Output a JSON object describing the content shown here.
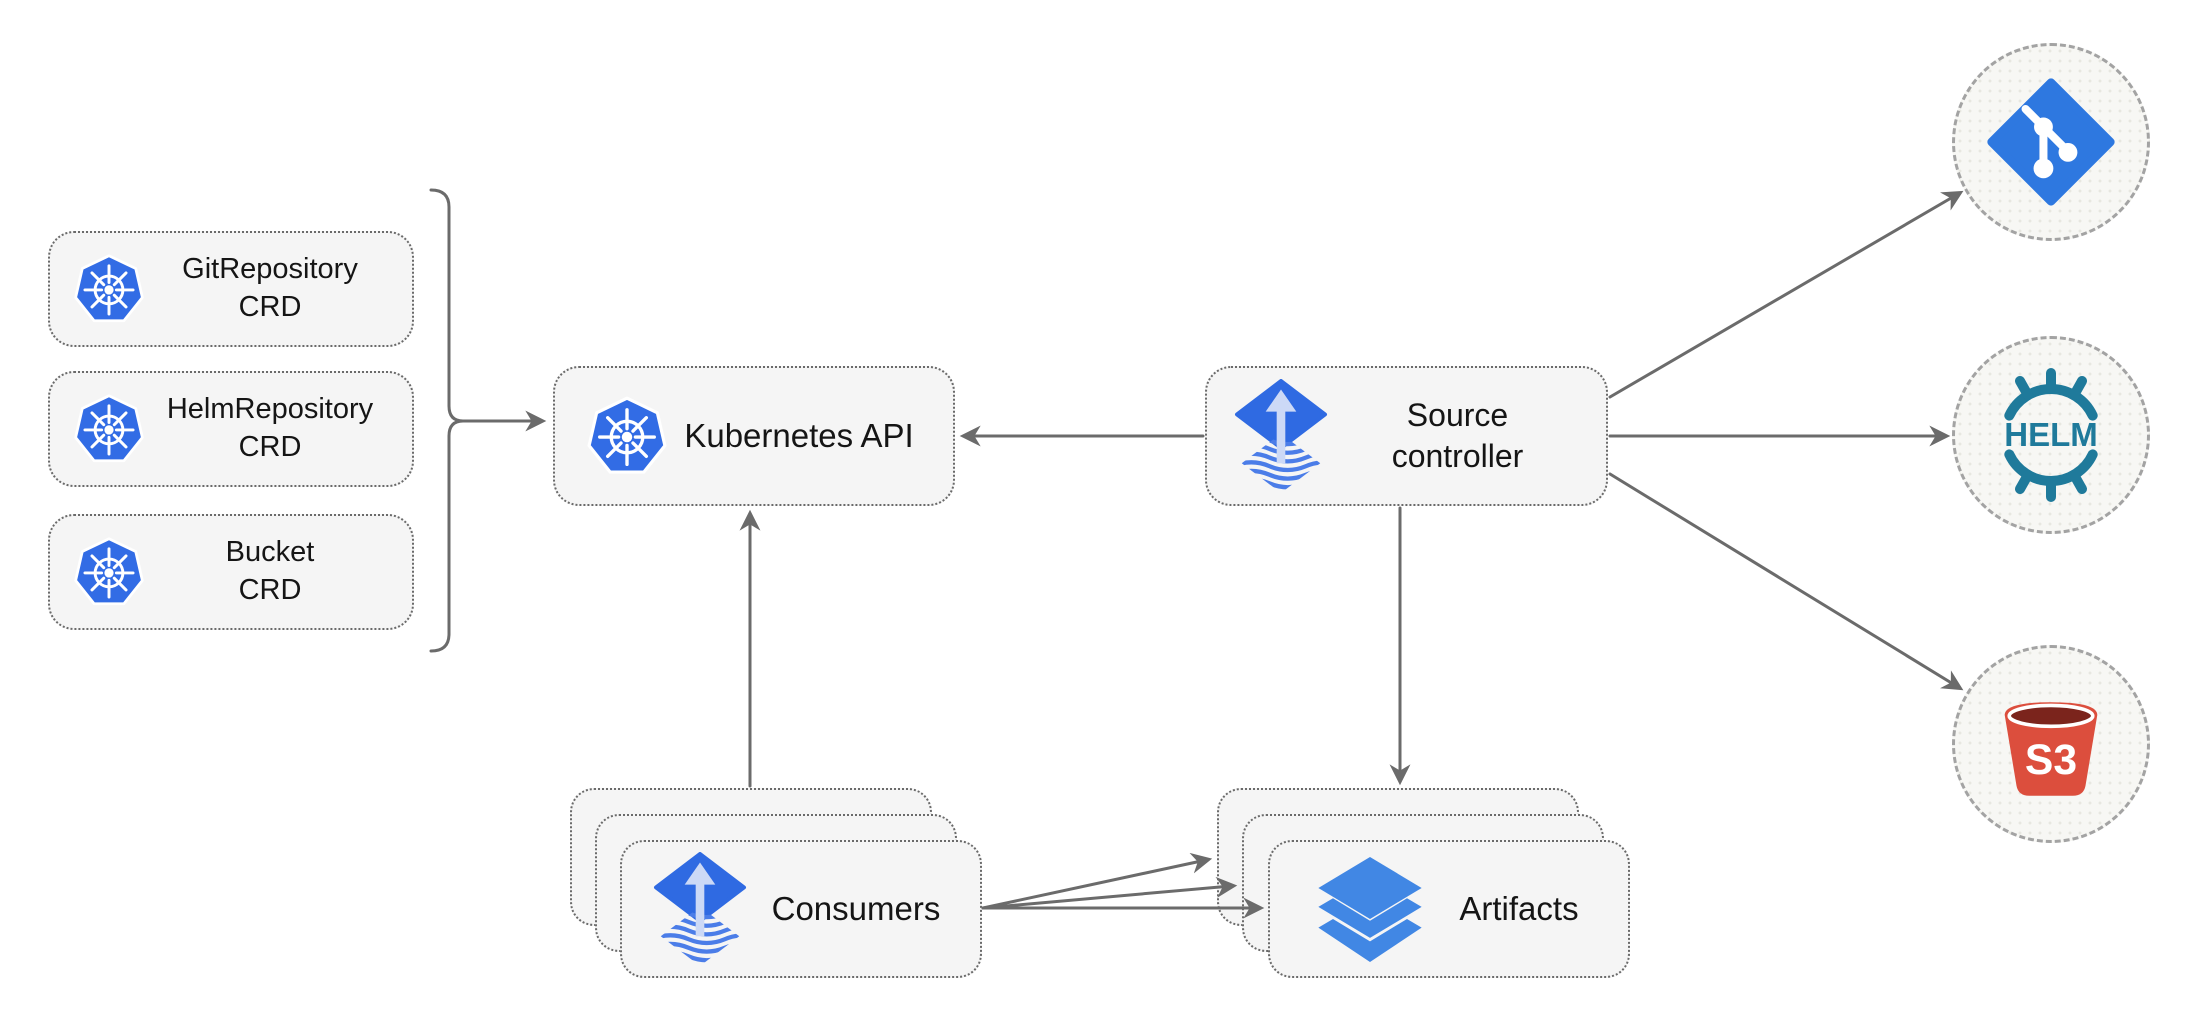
{
  "diagram": {
    "nodes": {
      "crds": [
        {
          "line1": "GitRepository",
          "line2": "CRD",
          "icon": "kubernetes-icon"
        },
        {
          "line1": "HelmRepository",
          "line2": "CRD",
          "icon": "kubernetes-icon"
        },
        {
          "line1": "Bucket",
          "line2": "CRD",
          "icon": "kubernetes-icon"
        }
      ],
      "kubernetes_api": {
        "label": "Kubernetes API",
        "icon": "kubernetes-icon"
      },
      "source_controller": {
        "line1": "Source",
        "line2": "controller",
        "icon": "flux-icon"
      },
      "consumers": {
        "label": "Consumers",
        "icon": "flux-icon"
      },
      "artifacts": {
        "label": "Artifacts",
        "icon": "layers-icon"
      },
      "git_source": {
        "icon": "git-icon"
      },
      "helm_source": {
        "icon": "helm-icon",
        "label": "HELM"
      },
      "s3_source": {
        "icon": "s3-bucket-icon",
        "label": "S3"
      }
    },
    "colors": {
      "kubernetes_blue": "#326ce5",
      "flux_blue": "#2f6ae2",
      "flux_arrow_light": "#ccd9f6",
      "flux_wave_blue": "#4b7de8",
      "git_blue": "#2e78e0",
      "helm_teal": "#1f7a9b",
      "s3_red": "#dc4e3d",
      "s3_dark_red": "#7b241c",
      "layers_blue": "#4187e4",
      "line_gray": "#6b6b6b",
      "node_fill": "#f5f5f5"
    }
  }
}
